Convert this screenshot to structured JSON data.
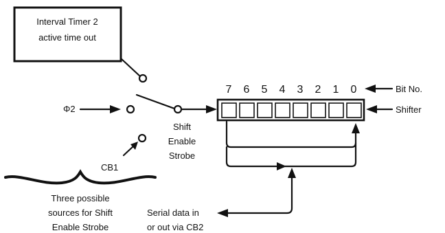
{
  "timer_box": {
    "line1": "Interval Timer 2",
    "line2": "active time out"
  },
  "source_labels": {
    "phi2": "Φ2",
    "cb1": "CB1"
  },
  "shift_enable": {
    "line1": "Shift",
    "line2": "Enable",
    "line3": "Strobe"
  },
  "shifter": {
    "bit_numbers": [
      "7",
      "6",
      "5",
      "4",
      "3",
      "2",
      "1",
      "0"
    ],
    "bit_no_label": "Bit No.",
    "shifter_label": "Shifter"
  },
  "brace_caption": {
    "line1": "Three possible",
    "line2": "sources for Shift",
    "line3": "Enable Strobe"
  },
  "serial": {
    "line1": "Serial data in",
    "line2": "or out via CB2"
  }
}
